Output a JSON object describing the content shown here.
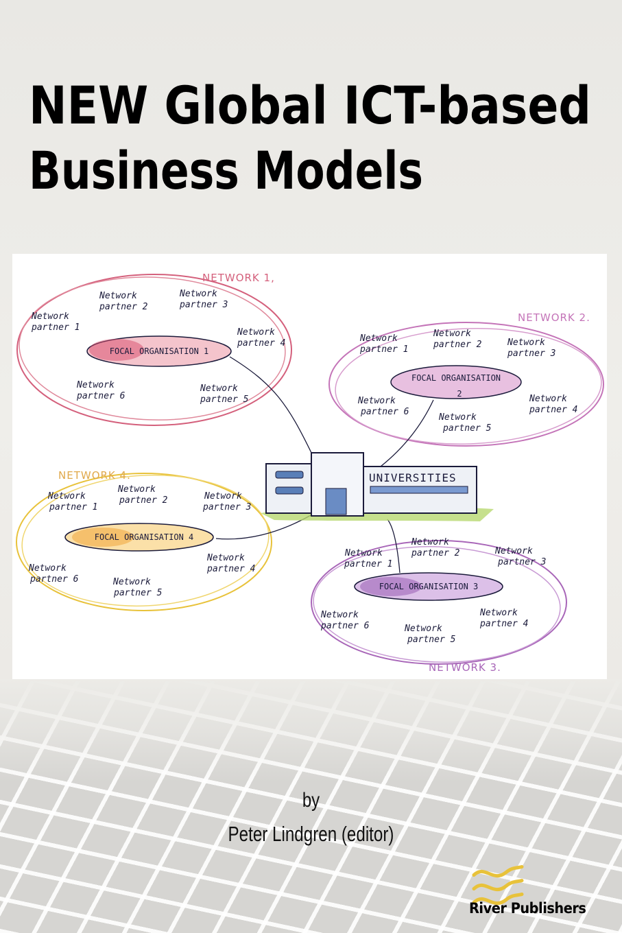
{
  "title": {
    "line1": "NEW Global ICT-based",
    "line2": "Business Models"
  },
  "diagram": {
    "center_label": "UNIVERSITIES",
    "networks": [
      {
        "label": "NETWORK 1,",
        "focal": "FOCAL ORGANISATION 1",
        "color": "#d4607c",
        "partners": [
          {
            "l1": "Network",
            "l2": "partner 1"
          },
          {
            "l1": "Network",
            "l2": "partner 2"
          },
          {
            "l1": "Network",
            "l2": "partner 3"
          },
          {
            "l1": "Network",
            "l2": "partner 4"
          },
          {
            "l1": "Network",
            "l2": "partner 5"
          },
          {
            "l1": "Network",
            "l2": "partner 6"
          }
        ]
      },
      {
        "label": "NETWORK 2.",
        "focal": "FOCAL ORGANISATION",
        "focal2": "2",
        "color": "#c474b8",
        "partners": [
          {
            "l1": "Network",
            "l2": "partner 1"
          },
          {
            "l1": "Network",
            "l2": "partner 2"
          },
          {
            "l1": "Network",
            "l2": "partner 3"
          },
          {
            "l1": "Network",
            "l2": "partner 4"
          },
          {
            "l1": "Network",
            "l2": "partner 5"
          },
          {
            "l1": "Network",
            "l2": "partner 6"
          }
        ]
      },
      {
        "label": "NETWORK 3.",
        "focal": "FOCAL ORGANISATION 3",
        "color": "#a866b8",
        "partners": [
          {
            "l1": "Network",
            "l2": "partner 1"
          },
          {
            "l1": "Network",
            "l2": "partner 2"
          },
          {
            "l1": "Network",
            "l2": "partner 3"
          },
          {
            "l1": "Network",
            "l2": "partner 4"
          },
          {
            "l1": "Network",
            "l2": "partner 5"
          },
          {
            "l1": "Network",
            "l2": "partner 6"
          }
        ]
      },
      {
        "label": "NETWORK 4.",
        "focal": "FOCAL ORGANISATION 4",
        "color": "#e8c23a",
        "partners": [
          {
            "l1": "Network",
            "l2": "partner 1"
          },
          {
            "l1": "Network",
            "l2": "partner 2"
          },
          {
            "l1": "Network",
            "l2": "partner 3"
          },
          {
            "l1": "Network",
            "l2": "partner 4"
          },
          {
            "l1": "Network",
            "l2": "partner 5"
          },
          {
            "l1": "Network",
            "l2": "partner 6"
          }
        ]
      }
    ]
  },
  "author": {
    "by": "by",
    "name": "Peter Lindgren (editor)"
  },
  "publisher": {
    "name": "River Publishers",
    "logo_color": "#e8c23a"
  }
}
